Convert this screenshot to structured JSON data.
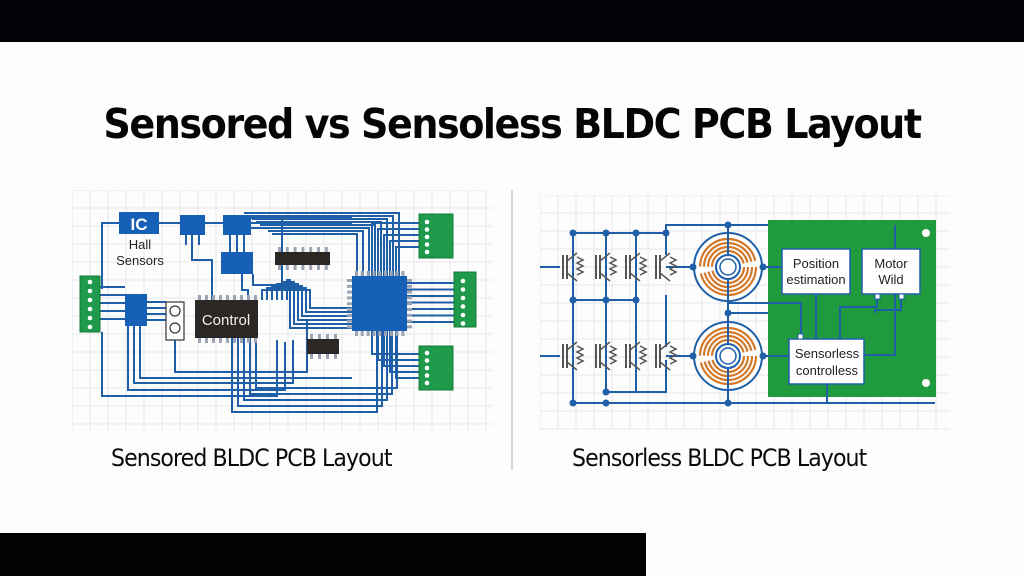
{
  "title": "Sensored vs Sensoless BLDC PCB Layout",
  "colors": {
    "trace_blue": "#1f5fa8",
    "chip_blue": "#1660b8",
    "chip_dark": "#2b2724",
    "connector_green": "#1e9a4a",
    "board_green": "#1f9a3c",
    "coil_orange": "#d4782a",
    "grid": "#e6e6ea"
  },
  "left_panel": {
    "caption": "Sensored BLDC PCB Layout",
    "labels": {
      "ic": "IC",
      "hall_line1": "Hall",
      "hall_line2": "Sensors",
      "control": "Control"
    }
  },
  "right_panel": {
    "caption": "Sensorless BLDC PCB Layout",
    "labels": {
      "position_line1": "Position",
      "position_line2": "estimation",
      "motor_line1": "Motor",
      "motor_line2": "Wild",
      "sensorless_line1": "Sensorless",
      "sensorless_line2": "controlless"
    }
  }
}
